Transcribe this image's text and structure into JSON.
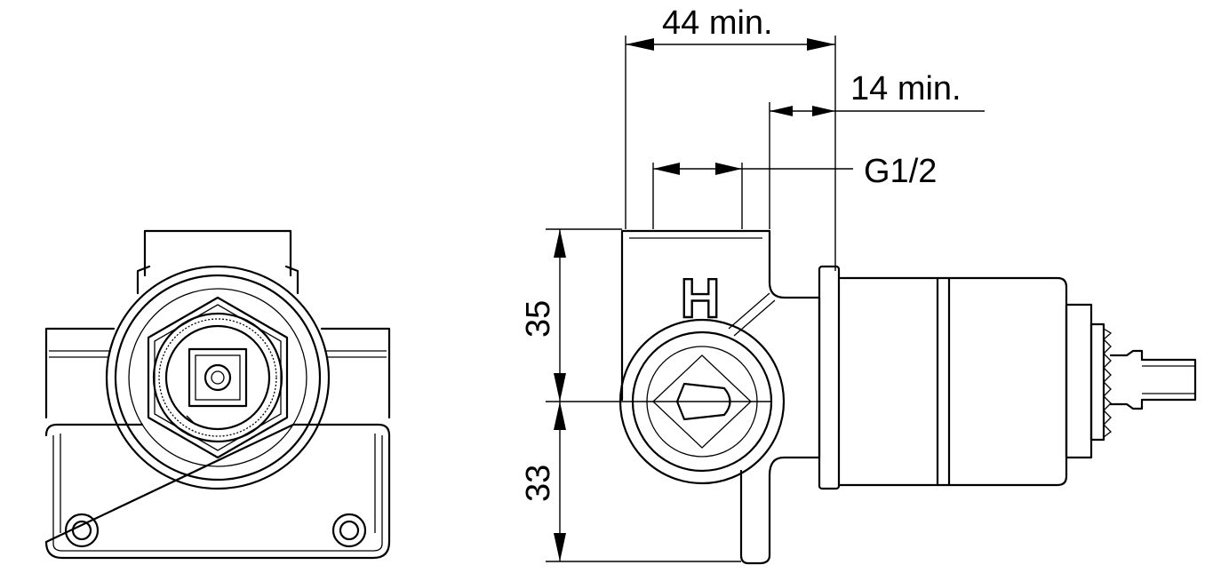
{
  "dimensions": {
    "width_min": "44 min.",
    "depth_min": "14 min.",
    "thread": "G1/2",
    "height_upper": "35",
    "height_lower": "33"
  },
  "markings": {
    "hot_symbol": "H"
  }
}
